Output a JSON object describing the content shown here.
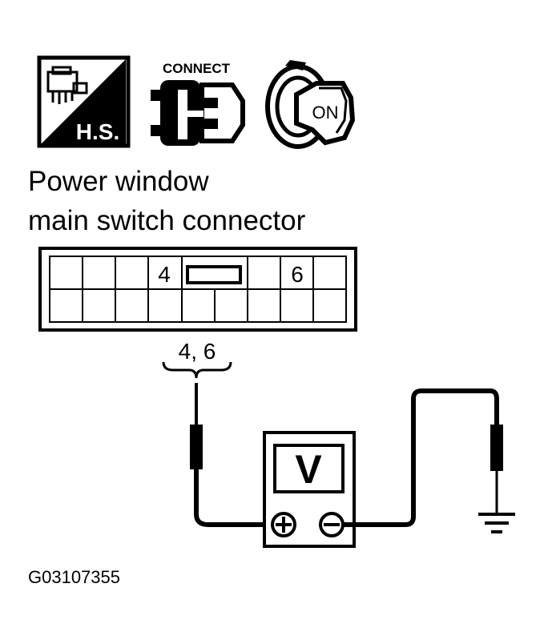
{
  "icons": {
    "harness_side_label": "H.S.",
    "connect_label": "CONNECT",
    "ignition_label": "ON"
  },
  "connector": {
    "title_line1": "Power window",
    "title_line2": "main switch connector",
    "terminal_a": "4",
    "terminal_b": "6",
    "probe_terminals": "4, 6"
  },
  "meter": {
    "label": "V",
    "positive_symbol": "+",
    "negative_symbol": "−"
  },
  "figure_id": "G03107355",
  "colors": {
    "ink": "#000000",
    "paper": "#ffffff"
  }
}
